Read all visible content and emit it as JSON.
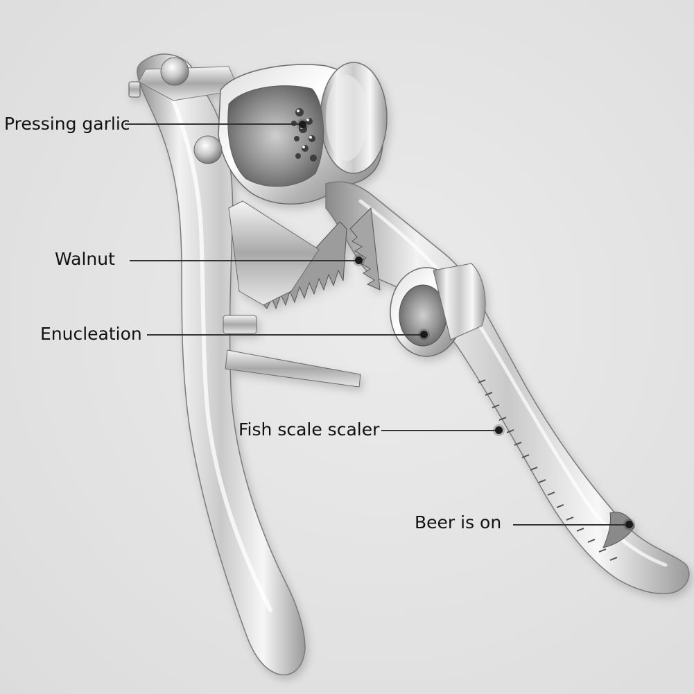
{
  "product_image": {
    "subject": "garlic-press-multi-tool",
    "callouts": [
      {
        "id": "pressing-garlic",
        "label": "Pressing garlic"
      },
      {
        "id": "walnut",
        "label": "Walnut"
      },
      {
        "id": "enucleation",
        "label": "Enucleation"
      },
      {
        "id": "fish-scale-scaler",
        "label": "Fish scale scaler"
      },
      {
        "id": "beer-is-on",
        "label": "Beer is on"
      }
    ],
    "colors": {
      "background": "#e4e4e4",
      "metal_light": "#f4f4f4",
      "metal_mid": "#bdbdbd",
      "metal_dark": "#6f6f6f",
      "text": "#111111"
    }
  }
}
